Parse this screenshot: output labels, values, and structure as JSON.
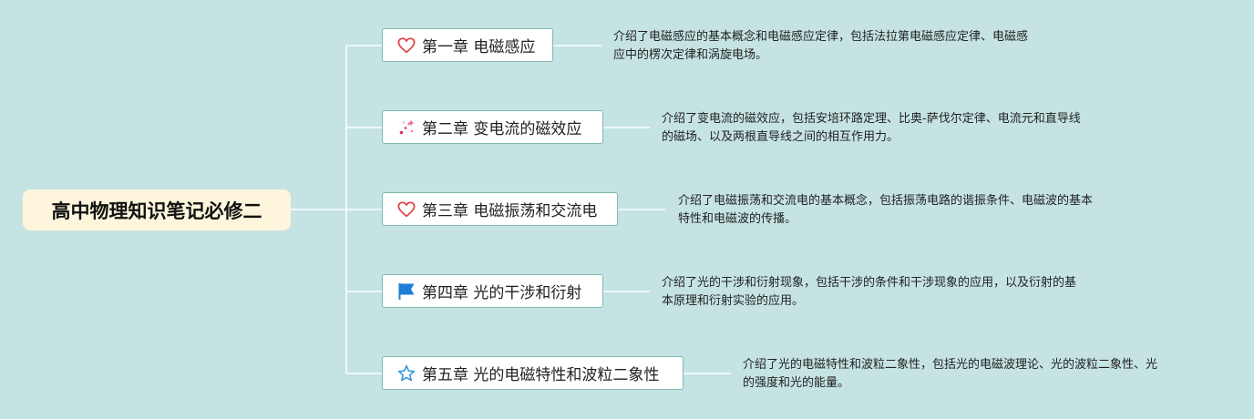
{
  "title": "高中物理知识笔记必修二",
  "chapters": [
    {
      "icon": "heart-icon",
      "label": "第一章 电磁感应",
      "desc": [
        "介绍了电磁感应的基本概念和电磁感应定律，包括法拉第电磁感应定律、电磁感",
        "应中的楞次定律和涡旋电场。"
      ]
    },
    {
      "icon": "sparkle-icon",
      "label": "第二章 变电流的磁效应",
      "desc": [
        "介绍了变电流的磁效应，包括安培环路定理、比奥-萨伐尔定律、电流元和直导线",
        "的磁场、以及两根直导线之间的相互作用力。"
      ]
    },
    {
      "icon": "heart-icon",
      "label": "第三章 电磁振荡和交流电",
      "desc": [
        "介绍了电磁振荡和交流电的基本概念，包括振荡电路的谐振条件、电磁波的基本",
        "特性和电磁波的传播。"
      ]
    },
    {
      "icon": "flag-icon",
      "label": "第四章 光的干涉和衍射",
      "desc": [
        "介绍了光的干涉和衍射现象，包括干涉的条件和干涉现象的应用，以及衍射的基",
        "本原理和衍射实验的应用。"
      ]
    },
    {
      "icon": "star-icon",
      "label": "第五章 光的电磁特性和波粒二象性",
      "desc": [
        "介绍了光的电磁特性和波粒二象性，包括光的电磁波理论、光的波粒二象性、光",
        "的强度和光的能量。"
      ]
    }
  ],
  "colors": {
    "background": "#c5e3e3",
    "root_fill": "#fdf5dc",
    "node_border": "#82b9b2",
    "connector": "#ffffff",
    "heart": "#e0474c",
    "sparkle": "#d6336c",
    "flag": "#1c7ed6",
    "star": "#3b9bd6"
  }
}
